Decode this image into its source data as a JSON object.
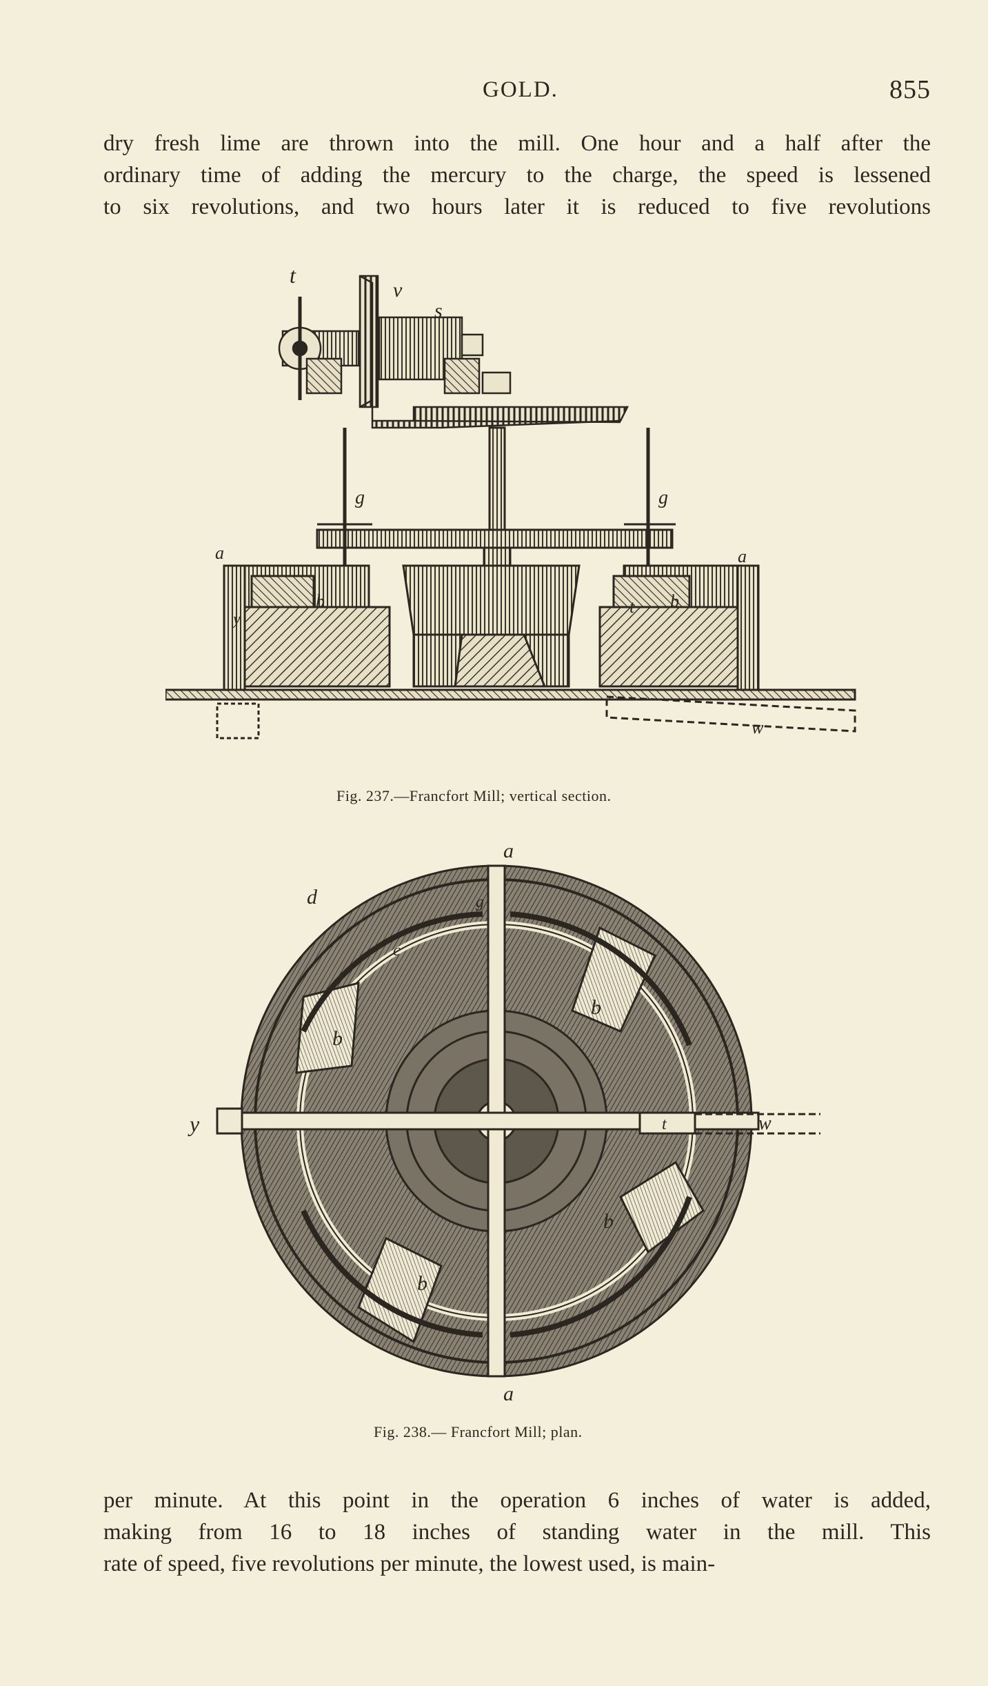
{
  "header": {
    "title": "GOLD.",
    "page_number": "855"
  },
  "body_top": {
    "lines": [
      "dry fresh lime are thrown into the mill.  One hour and a half after the",
      "ordinary time of adding the mercury to the charge, the speed is lessened",
      "to six revolutions, and two hours later it is reduced to five revolutions"
    ]
  },
  "figure_237": {
    "caption": "Fig. 237.—Francfort Mill; vertical section.",
    "labels": {
      "t": "t",
      "v": "v",
      "s": "s",
      "g_left": "g",
      "g_right": "g",
      "a_left": "a",
      "a_right": "a",
      "b_left": "b",
      "b_right": "b",
      "t_inner": "t",
      "y": "y",
      "w": "w"
    }
  },
  "figure_238": {
    "caption": "Fig. 238.— Francfort Mill; plan.",
    "labels": {
      "a_top": "a",
      "a_bottom": "a",
      "d": "d",
      "c": "c",
      "g": "g",
      "b1": "b",
      "b2": "b",
      "b3": "b",
      "b4": "b",
      "y": "y",
      "t": "t",
      "w": "w"
    }
  },
  "body_bottom": {
    "lines": [
      "per minute.  At this point in the operation 6 inches of water is added,",
      "making from 16 to 18 inches of standing water in the mill.  This",
      "rate of speed, five revolutions per minute, the lowest used, is main-"
    ]
  }
}
